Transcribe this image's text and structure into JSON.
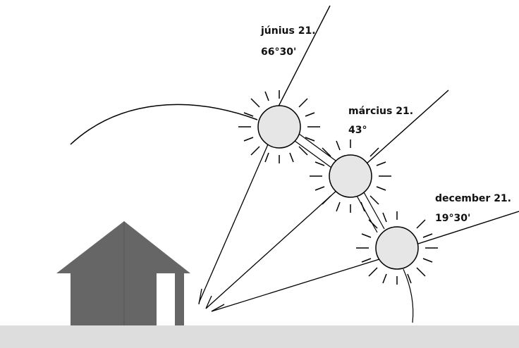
{
  "labels": {
    "june_date": "június 21.",
    "june_angle": "66°30'",
    "march_date": "március 21.",
    "march_angle": "43°",
    "december_date": "december 21.",
    "december_angle": "19°30'"
  },
  "colors": {
    "house": "#666666",
    "ground": "#dddddd",
    "sun_fill": "#e6e6e6",
    "line": "#000000"
  },
  "icons": {
    "house": "house-icon",
    "sun": "sun-icon"
  }
}
